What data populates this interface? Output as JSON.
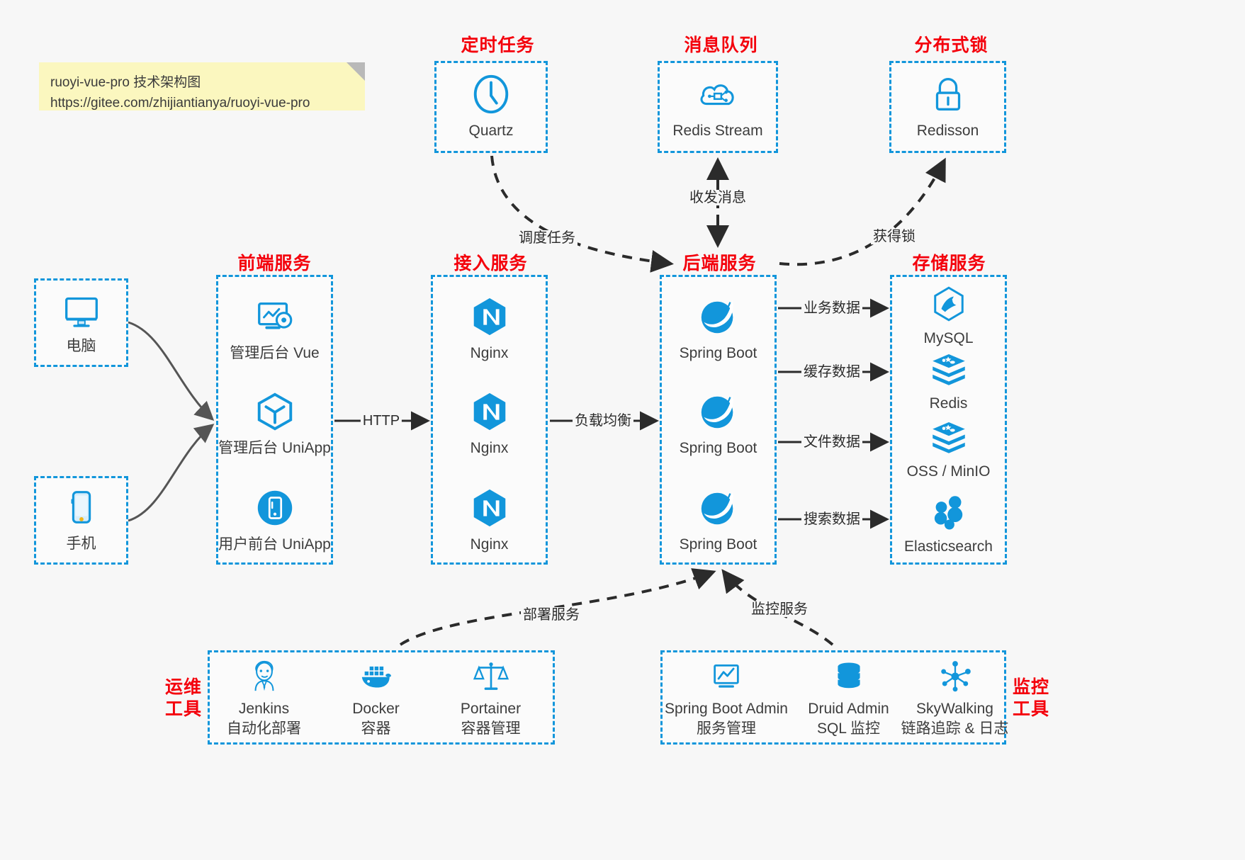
{
  "note": {
    "line1": "ruoyi-vue-pro 技术架构图",
    "line2": "https://gitee.com/zhijiantianya/ruoyi-vue-pro"
  },
  "colors": {
    "accent_blue": "#1296db",
    "title_red": "#f4000c",
    "background": "#f7f7f7",
    "note_yellow": "#fbf7bf",
    "edge_gray": "#4d4d4d",
    "text_dark": "#3d3d3d"
  },
  "groups": {
    "scheduled_task": "定时任务",
    "message_queue": "消息队列",
    "distributed_lock": "分布式锁",
    "frontend_service": "前端服务",
    "gateway_service": "接入服务",
    "backend_service": "后端服务",
    "storage_service": "存储服务",
    "devops_tools_line1": "运维",
    "devops_tools_line2": "工具",
    "monitor_tools_line1": "监控",
    "monitor_tools_line2": "工具"
  },
  "nodes": {
    "quartz": {
      "label": "Quartz",
      "icon": "clock-icon"
    },
    "redis_stream": {
      "label": "Redis Stream",
      "icon": "cloud-stream-icon"
    },
    "redisson": {
      "label": "Redisson",
      "icon": "lock-icon"
    },
    "computer": {
      "label": "电脑",
      "icon": "desktop-monitor-icon"
    },
    "phone": {
      "label": "手机",
      "icon": "mobile-phone-icon"
    },
    "admin_vue": {
      "label": "管理后台 Vue",
      "icon": "dashboard-gear-icon"
    },
    "admin_uniapp": {
      "label": "管理后台 UniApp",
      "icon": "hexagon-cube-icon"
    },
    "user_uniapp": {
      "label": "用户前台 UniApp",
      "icon": "app-circle-icon"
    },
    "nginx_1": {
      "label": "Nginx",
      "icon": "nginx-icon"
    },
    "nginx_2": {
      "label": "Nginx",
      "icon": "nginx-icon"
    },
    "nginx_3": {
      "label": "Nginx",
      "icon": "nginx-icon"
    },
    "spring_boot_1": {
      "label": "Spring Boot",
      "icon": "spring-leaf-icon"
    },
    "spring_boot_2": {
      "label": "Spring Boot",
      "icon": "spring-leaf-icon"
    },
    "spring_boot_3": {
      "label": "Spring Boot",
      "icon": "spring-leaf-icon"
    },
    "mysql": {
      "label": "MySQL",
      "icon": "mysql-dolphin-icon"
    },
    "redis": {
      "label": "Redis",
      "icon": "redis-stack-icon"
    },
    "oss_minio": {
      "label": "OSS / MinIO",
      "icon": "redis-stack-icon"
    },
    "elasticsearch": {
      "label": "Elasticsearch",
      "icon": "elasticsearch-icon"
    },
    "jenkins": {
      "label": "Jenkins",
      "sub": "自动化部署",
      "icon": "jenkins-butler-icon"
    },
    "docker": {
      "label": "Docker",
      "sub": "容器",
      "icon": "docker-whale-icon"
    },
    "portainer": {
      "label": "Portainer",
      "sub": "容器管理",
      "icon": "scales-icon"
    },
    "spring_boot_admin": {
      "label": "Spring Boot Admin",
      "sub": "服务管理",
      "icon": "chart-monitor-icon"
    },
    "druid_admin": {
      "label": "Druid Admin",
      "sub": "SQL 监控",
      "icon": "database-icon"
    },
    "skywalking": {
      "label": "SkyWalking",
      "sub": "链路追踪 & 日志",
      "icon": "skywalking-node-icon"
    }
  },
  "edges": {
    "schedule_task": "调度任务",
    "send_receive_message": "收发消息",
    "acquire_lock": "获得锁",
    "http": "HTTP",
    "load_balance": "负载均衡",
    "business_data": "业务数据",
    "cache_data": "缓存数据",
    "file_data": "文件数据",
    "search_data": "搜索数据",
    "deploy_service": "部署服务",
    "monitor_service": "监控服务"
  }
}
